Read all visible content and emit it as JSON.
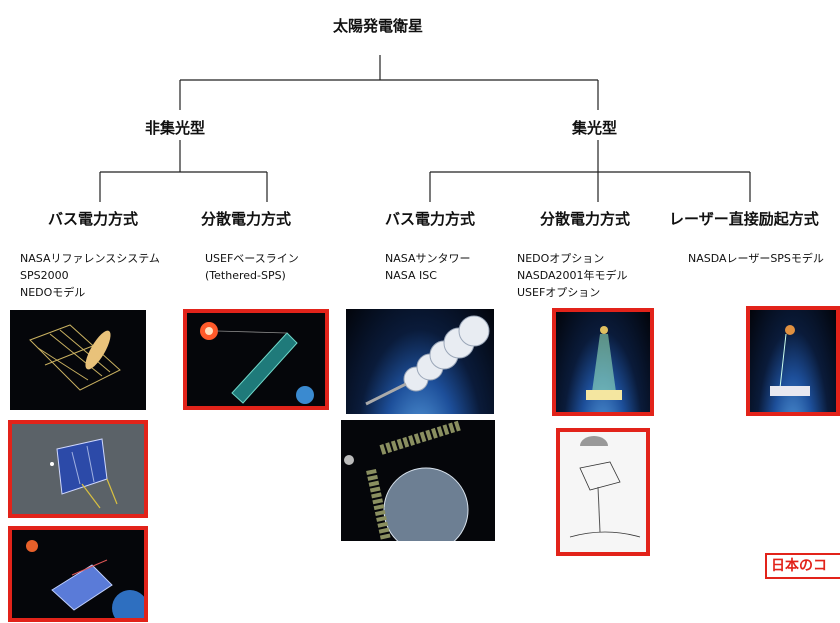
{
  "root": {
    "label": "太陽発電衛星"
  },
  "groups": [
    {
      "label": "非集光型"
    },
    {
      "label": "集光型"
    }
  ],
  "methods": [
    {
      "label": "バス電力方式",
      "lines": [
        "NASAリファレンスシステム",
        "SPS2000",
        "NEDOモデル"
      ]
    },
    {
      "label": "分散電力方式",
      "lines": [
        "USEFベースライン",
        "(Tethered-SPS)"
      ]
    },
    {
      "label": "バス電力方式",
      "lines": [
        "NASAサンタワー",
        "NASA ISC"
      ]
    },
    {
      "label": "分散電力方式",
      "lines": [
        "NEDOオプション",
        "NASDA2001年モデル",
        "USEFオプション"
      ]
    },
    {
      "label": "レーザー直接励起方式",
      "lines": [
        "NASDAレーザーSPSモデル"
      ]
    }
  ],
  "footer_tag": "日本のコ",
  "colors": {
    "accent": "#e2231a",
    "line": "#222222",
    "space": "#05060a"
  }
}
